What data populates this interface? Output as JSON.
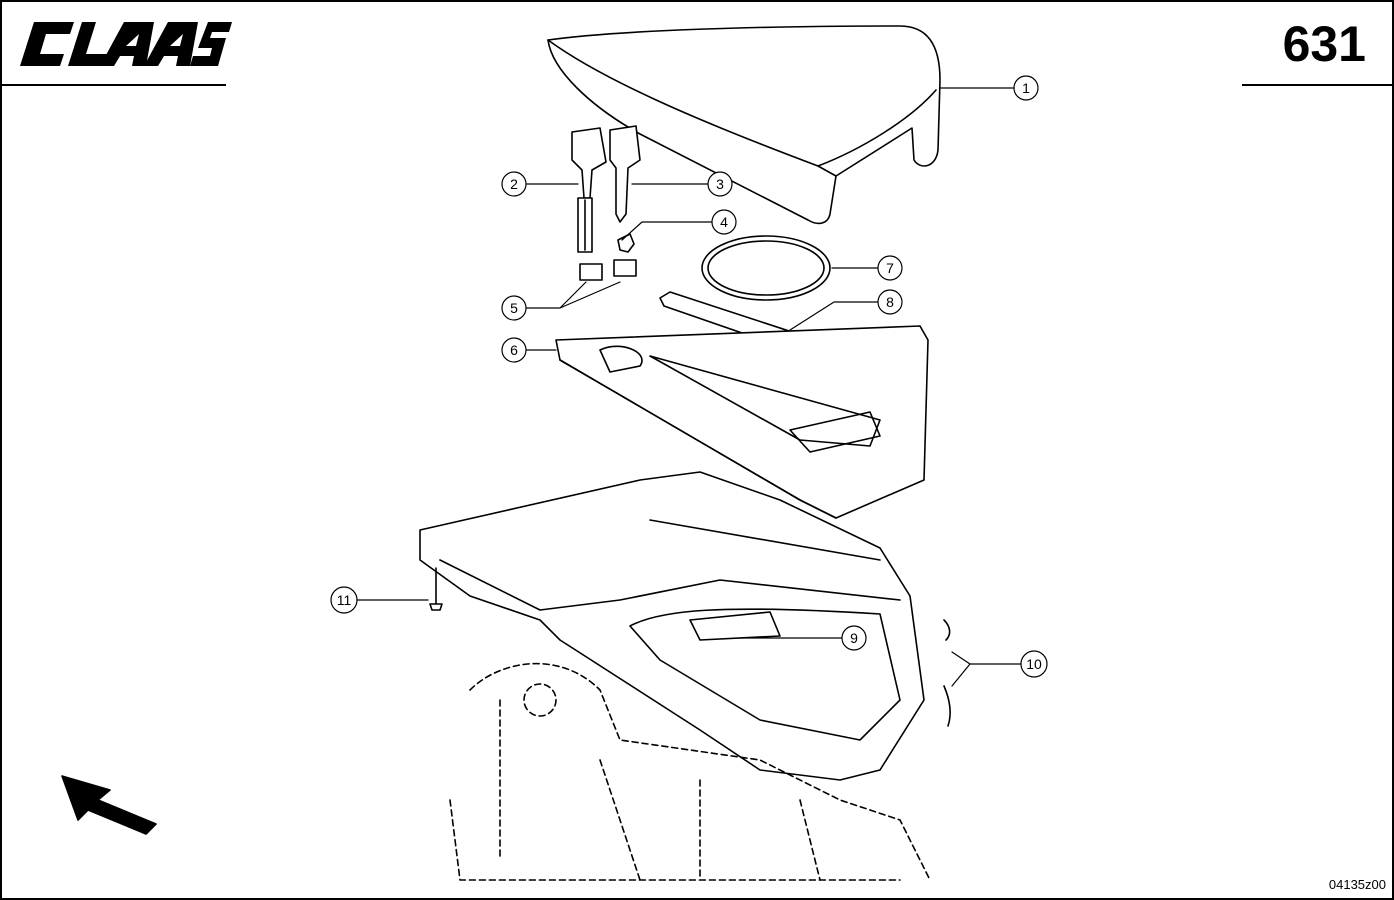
{
  "header": {
    "brand": "CLAAS",
    "page_number": "631"
  },
  "footer": {
    "drawing_code": "04135z00"
  },
  "callouts": [
    {
      "label": "1"
    },
    {
      "label": "2"
    },
    {
      "label": "3"
    },
    {
      "label": "4"
    },
    {
      "label": "5"
    },
    {
      "label": "6"
    },
    {
      "label": "7"
    },
    {
      "label": "8"
    },
    {
      "label": "9"
    },
    {
      "label": "10"
    },
    {
      "label": "11"
    }
  ],
  "icons": {
    "orientation_arrow": "arrow-up-left-icon"
  }
}
